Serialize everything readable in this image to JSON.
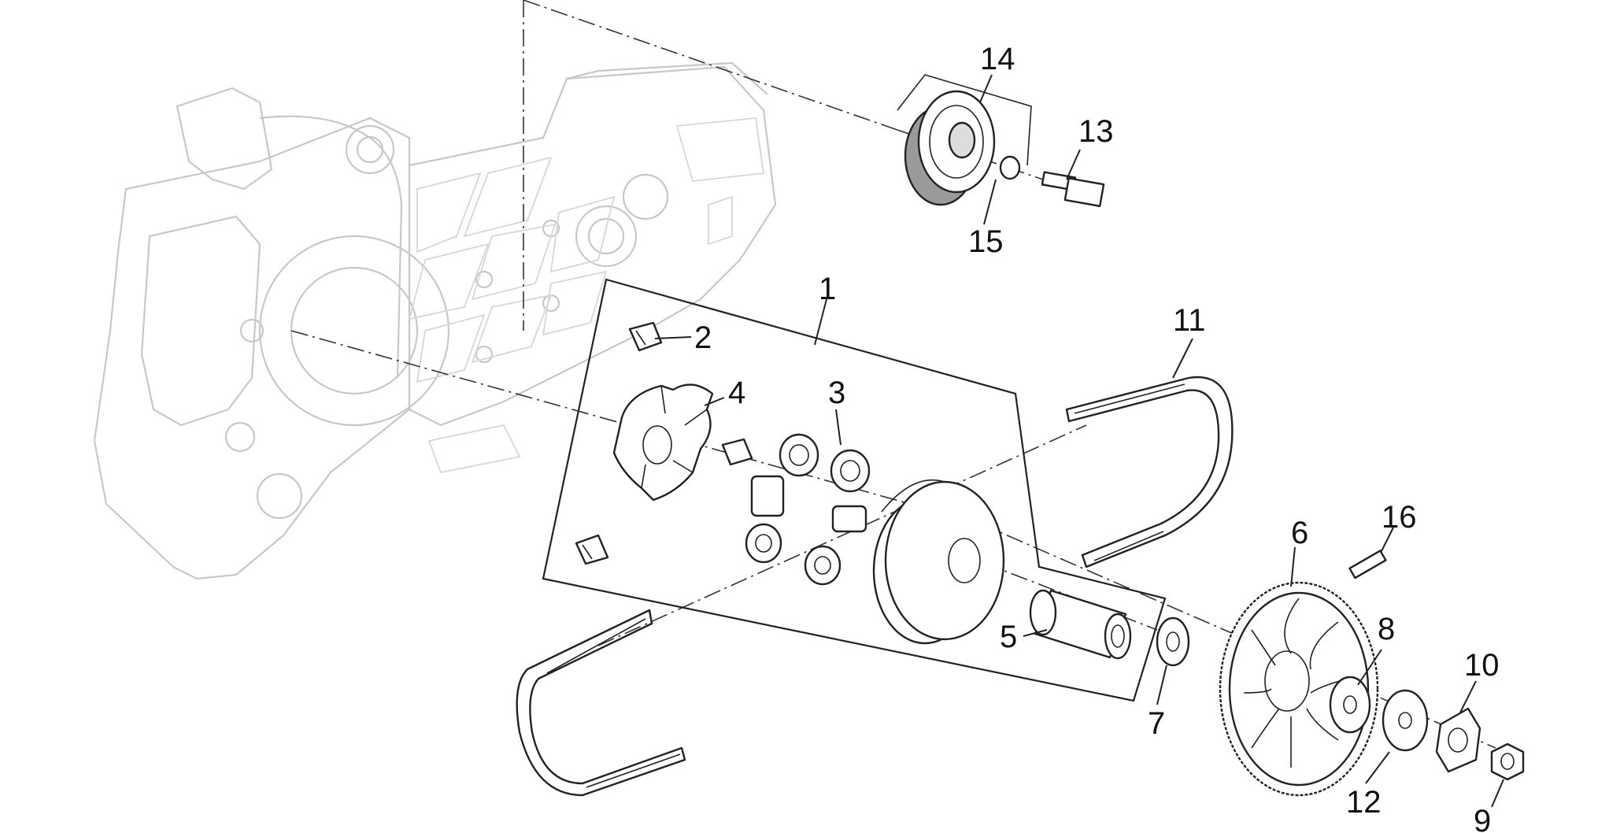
{
  "diagram": {
    "parts": [
      {
        "id": "1",
        "label": "1",
        "name": "variator-assembly"
      },
      {
        "id": "2",
        "label": "2",
        "name": "slider-clip"
      },
      {
        "id": "3",
        "label": "3",
        "name": "roller-weight"
      },
      {
        "id": "4",
        "label": "4",
        "name": "ramp-plate"
      },
      {
        "id": "5",
        "label": "5",
        "name": "bushing"
      },
      {
        "id": "6",
        "label": "6",
        "name": "fan-pulley"
      },
      {
        "id": "7",
        "label": "7",
        "name": "washer"
      },
      {
        "id": "8",
        "label": "8",
        "name": "washer"
      },
      {
        "id": "9",
        "label": "9",
        "name": "nut"
      },
      {
        "id": "10",
        "label": "10",
        "name": "castle-washer"
      },
      {
        "id": "11",
        "label": "11",
        "name": "drive-belt"
      },
      {
        "id": "12",
        "label": "12",
        "name": "washer"
      },
      {
        "id": "13",
        "label": "13",
        "name": "pin"
      },
      {
        "id": "14",
        "label": "14",
        "name": "tensioner-roller"
      },
      {
        "id": "15",
        "label": "15",
        "name": "circlip"
      },
      {
        "id": "16",
        "label": "16",
        "name": "stud"
      }
    ],
    "colors": {
      "background": "#ffffff",
      "line": "#222222",
      "crankcase": "#c8c8c8",
      "roller_fill": "#9a9a9a"
    }
  }
}
